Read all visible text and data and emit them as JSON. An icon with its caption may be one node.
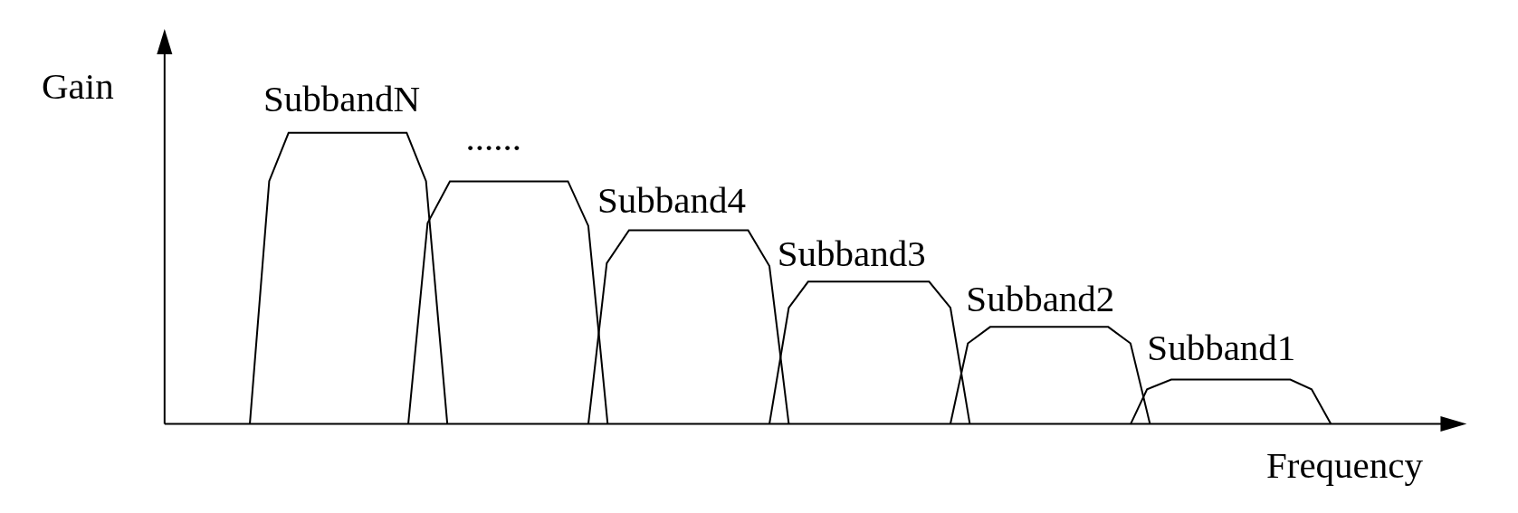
{
  "diagram": {
    "nodes": [
      {
        "text": [
          "SubbandN"
        ]
      },
      {
        "text": [
          "......"
        ]
      },
      {
        "text": [
          "Subband4"
        ]
      },
      {
        "text": [
          "Subband3"
        ]
      },
      {
        "text": [
          "Subband2"
        ]
      },
      {
        "text": [
          "Subband1"
        ]
      }
    ],
    "labels": [
      "Gain",
      "Frequency"
    ]
  }
}
